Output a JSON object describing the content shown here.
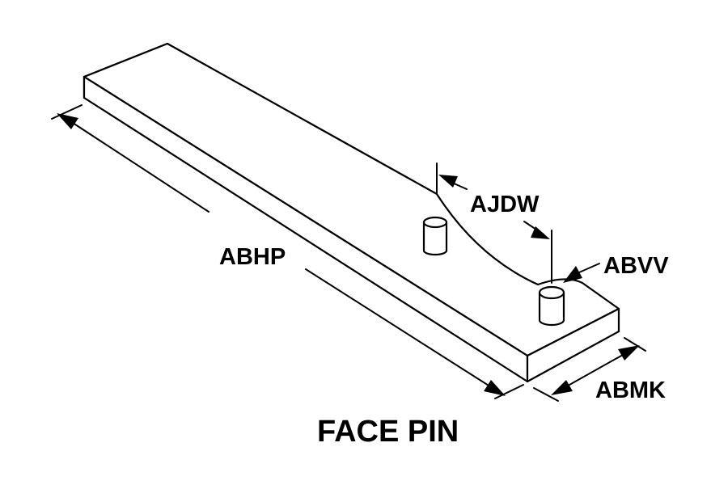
{
  "title": "FACE PIN",
  "labels": {
    "overall_length": "ABHP",
    "pin_spacing": "AJDW",
    "pin_diameter": "ABVV",
    "width": "ABMK"
  }
}
